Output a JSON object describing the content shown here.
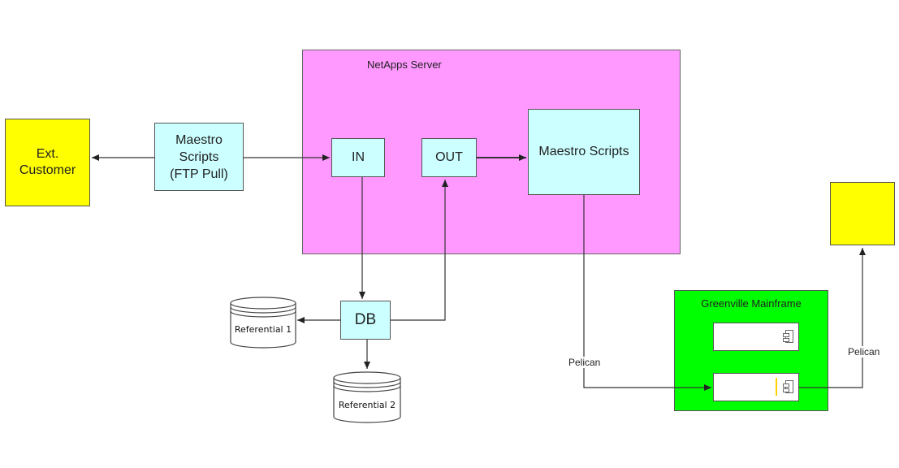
{
  "server": {
    "title": "NetApps Server"
  },
  "customer": {
    "line1": "Ext.",
    "line2": "Customer"
  },
  "ftp_scripts": {
    "line1": "Maestro",
    "line2": "Scripts",
    "line3": "(FTP Pull)"
  },
  "in_box": {
    "label": "IN"
  },
  "out_box": {
    "label": "OUT"
  },
  "maestro_scripts": {
    "label": "Maestro Scripts"
  },
  "db": {
    "label": "DB"
  },
  "referential1": {
    "label": "Referential 1"
  },
  "referential2": {
    "label": "Referential 2"
  },
  "mainframe": {
    "title": "Greenville Mainframe"
  },
  "edges": {
    "pelican_left": "Pelican",
    "pelican_right": "Pelican"
  },
  "colors": {
    "server_fill": "#ff99ff",
    "box_fill": "#ccffff",
    "customer_fill": "#ffff00",
    "mainframe_fill": "#00ff00",
    "line": "#333333"
  }
}
